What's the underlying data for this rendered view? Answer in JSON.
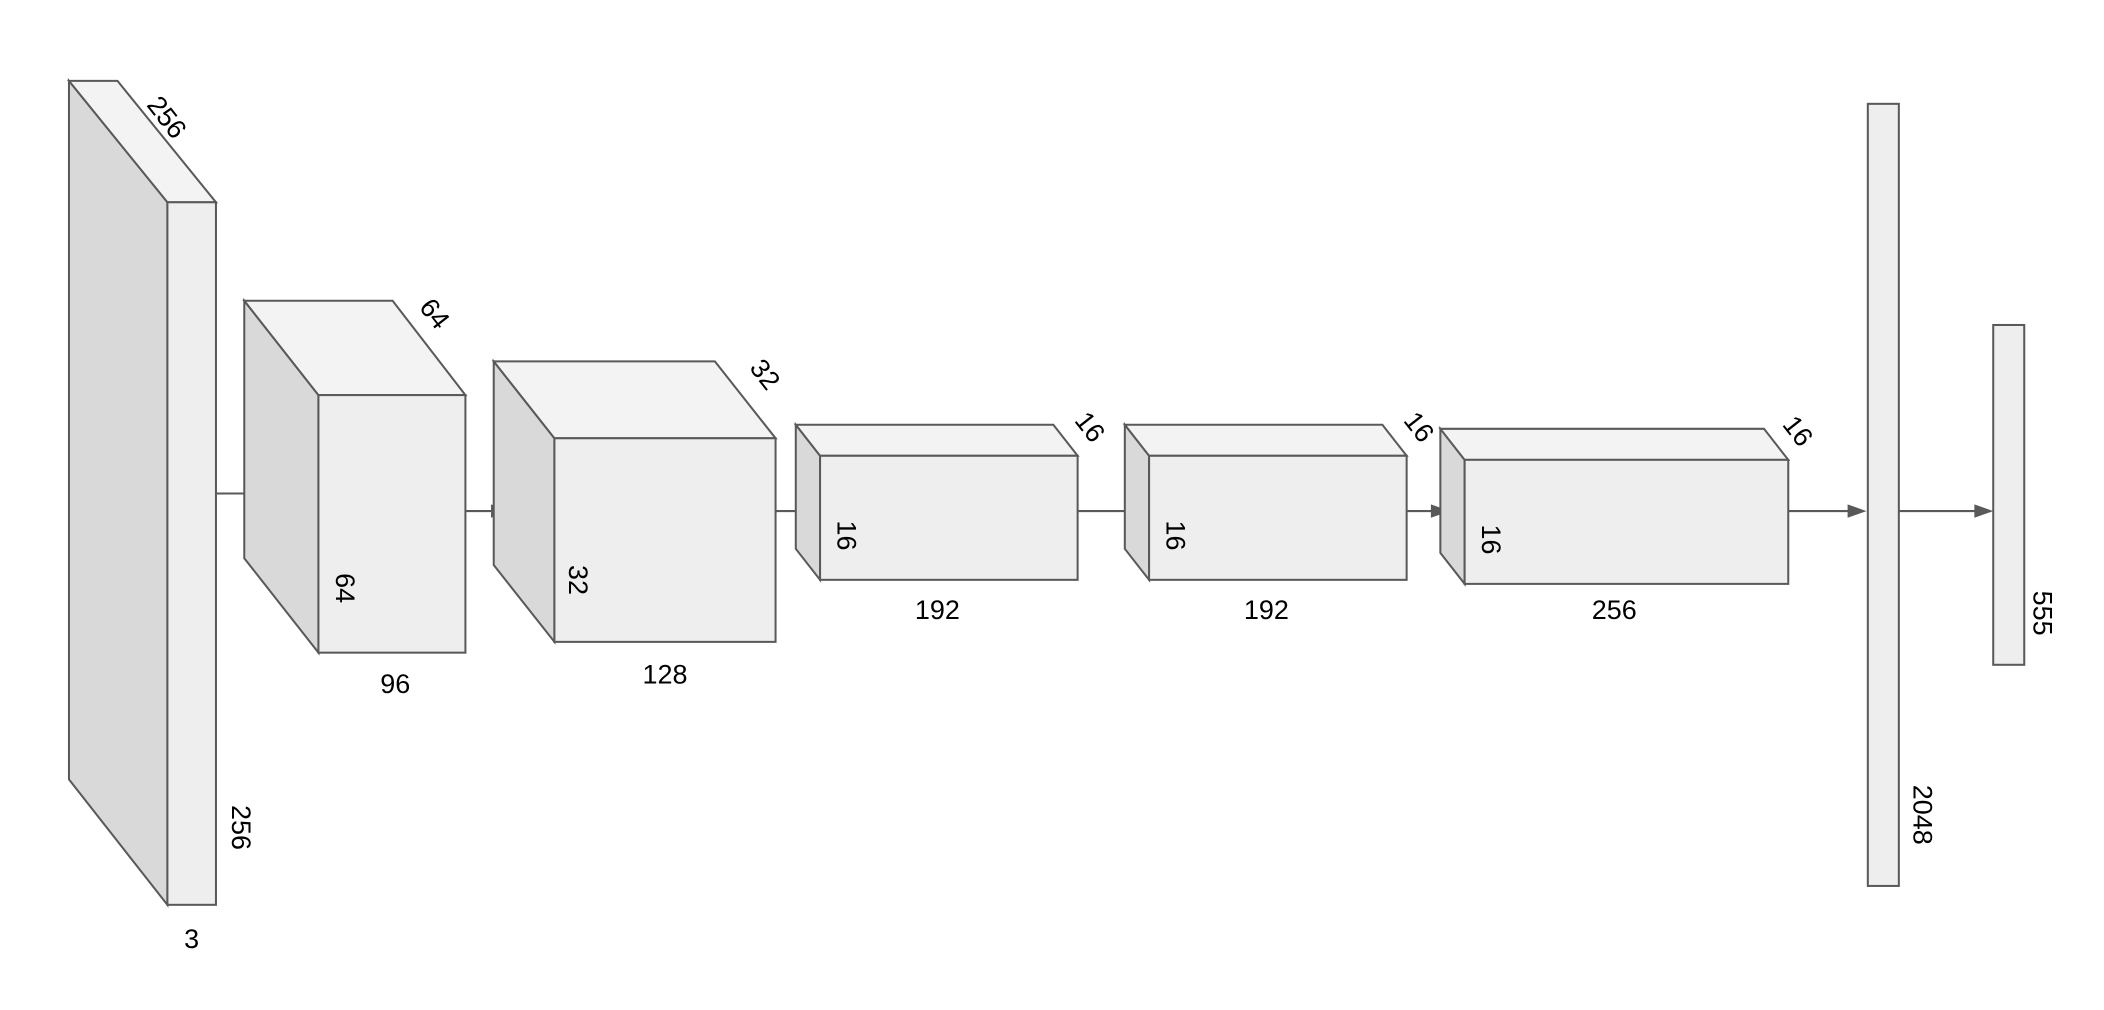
{
  "colors": {
    "front_face": "#eeeeee",
    "side_face": "#d9d9d9",
    "top_face": "#f3f3f3",
    "stroke": "#595959"
  },
  "layers": [
    {
      "depth_label": "256",
      "height_label": "256",
      "width_label": "3"
    },
    {
      "depth_label": "64",
      "height_label": "64",
      "width_label": "96"
    },
    {
      "depth_label": "32",
      "height_label": "32",
      "width_label": "128"
    },
    {
      "depth_label": "16",
      "height_label": "16",
      "width_label": "192"
    },
    {
      "depth_label": "16",
      "height_label": "16",
      "width_label": "192"
    },
    {
      "depth_label": "16",
      "height_label": "16",
      "width_label": "256"
    }
  ],
  "fully_connected": [
    {
      "size_label": "2048"
    },
    {
      "size_label": "555"
    }
  ]
}
